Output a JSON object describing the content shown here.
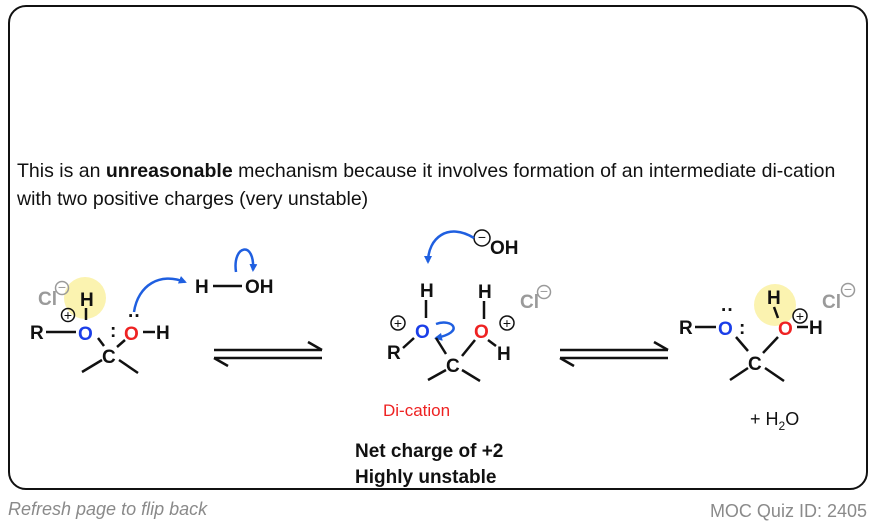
{
  "explanation": {
    "prefix": "This is an ",
    "emphasis": "unreasonable",
    "suffix": " mechanism because it involves formation of an intermediate di-cation with two positive charges (very unstable)"
  },
  "atoms": {
    "O": "O",
    "H": "H",
    "C": "C",
    "R": "R",
    "OH": "OH",
    "Cl": "Cl",
    "water_H": "H",
    "water_OH": "OH",
    "plus": "+",
    "minus": "−",
    "lone_pair": ":",
    "lone_pair_top": "··"
  },
  "labels": {
    "dication": "Di-cation",
    "net_charge_line1": "Net charge of +2",
    "net_charge_line2": "Highly unstable",
    "byproduct_prefix": "+ H",
    "byproduct_sub": "2",
    "byproduct_suffix": "O"
  },
  "colors": {
    "oxygen_blue": "#1a3ee8",
    "oxygen_red": "#ee2222",
    "arrow_blue": "#1f5fe0",
    "chloride_gray": "#9a9a9a",
    "highlight_yellow": "#fbf3b0",
    "dication_red": "#ee2222",
    "text_dark": "#111111"
  },
  "footer": {
    "refresh_hint": "Refresh page to flip back",
    "quiz_id": "MOC Quiz ID: 2405"
  }
}
